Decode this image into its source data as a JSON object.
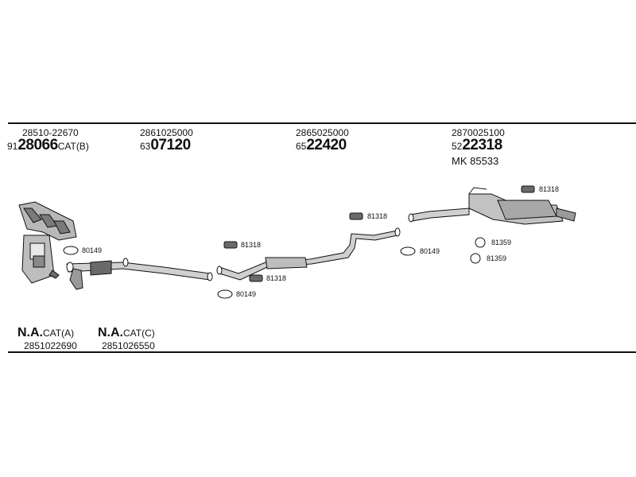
{
  "sections": [
    {
      "part_no": "28510-22670",
      "code_prefix": "91",
      "code": "28066",
      "code_suffix": "CAT(B)"
    },
    {
      "part_no": "2861025000",
      "code_prefix": "63",
      "code": "07120",
      "code_suffix": ""
    },
    {
      "part_no": "2865025000",
      "code_prefix": "65",
      "code": "22420",
      "code_suffix": ""
    },
    {
      "part_no": "2870025100",
      "code_prefix": "52",
      "code": "22318",
      "code_suffix": "",
      "extra": "MK  85533"
    }
  ],
  "hardware": {
    "h1": "80149",
    "h2": "81318",
    "h3": "81318",
    "h4": "80149",
    "h5": "81318",
    "h6": "80149",
    "h7": "81318",
    "h8": "81359",
    "h9": "81359"
  },
  "bottom": [
    {
      "prefix": "N.A.",
      "label": "CAT(A)",
      "part_no": "2851022690"
    },
    {
      "prefix": "N.A.",
      "label": "CAT(C)",
      "part_no": "2851026550"
    }
  ],
  "colors": {
    "line": "#111111",
    "part_fill": "#cfcfcf",
    "part_dark": "#6a6a6a"
  }
}
